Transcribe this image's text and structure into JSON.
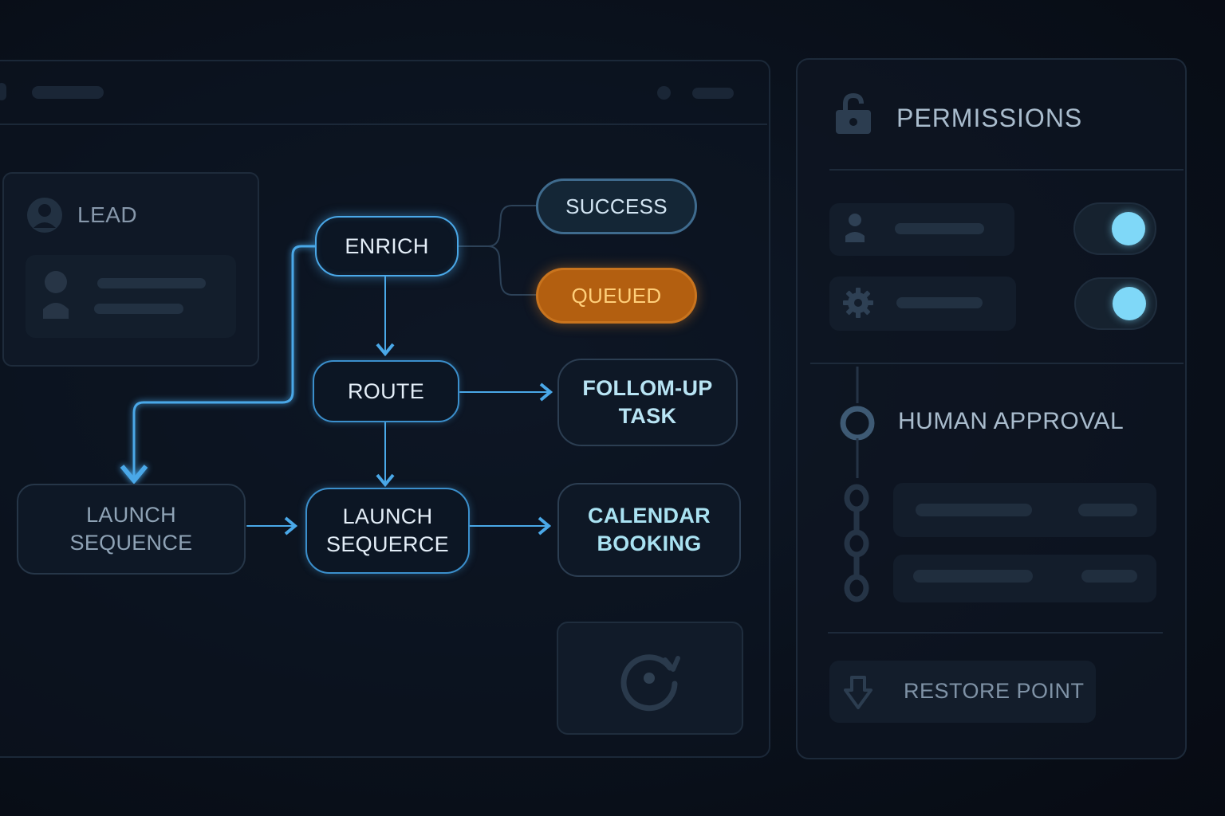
{
  "lead": {
    "label": "LEAD"
  },
  "flow": {
    "enrich": "ENRICH",
    "success": "SUCCESS",
    "queued": "QUEUED",
    "route": "ROUTE",
    "followup_line1": "FOLLOM-UP",
    "followup_line2": "TASK",
    "launch_left_line1": "LAUNCH",
    "launch_left_line2": "SEQUENCE",
    "launch_mid_line1": "LAUNCH",
    "launch_mid_line2": "SEQUERCE",
    "calendar_line1": "CALENDAR",
    "calendar_line2": "BOOKING"
  },
  "permissions": {
    "title": "PERMISSIONS",
    "toggles": [
      {
        "icon": "person-icon",
        "on": true
      },
      {
        "icon": "gear-icon",
        "on": true
      }
    ]
  },
  "approval": {
    "title": "HUMAN APPROVAL"
  },
  "restore": {
    "label": "RESTORE POINT"
  },
  "colors": {
    "accent": "#4aa8e8",
    "toggle_on": "#7fd8f8",
    "queued": "#c9741e"
  }
}
